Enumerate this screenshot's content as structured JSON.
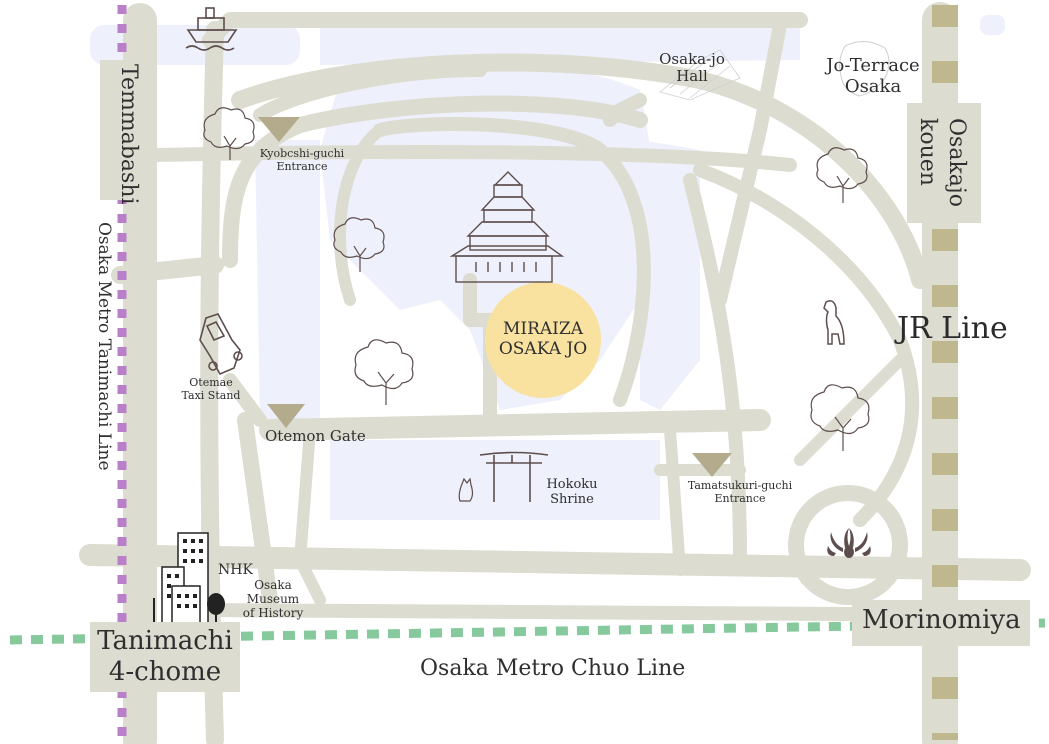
{
  "map": {
    "castle_label": [
      "MIRAIZA",
      "OSAKA JO"
    ],
    "colors": {
      "road": "#dcdcd0",
      "water": "#eef0fb",
      "icon": "#5e4d4d",
      "entrance_marker": "#b3ab8c",
      "highlight": "#f9e2a0",
      "tanimachi_line": "#b97fc9",
      "chuo_line": "#86c99c",
      "jr_line": "#bfb88f"
    },
    "entrances": {
      "kyobashi": [
        "Kyobcshi-guchi",
        "Entrance"
      ],
      "otemon": "Otemon Gate",
      "tamatsukuri": [
        "Tamatsukuri-guchi",
        "Entrance"
      ]
    },
    "places": {
      "osaka_jo_hall": [
        "Osaka-jo",
        "Hall"
      ],
      "jo_terrace": [
        "Jo-Terrace",
        "Osaka"
      ],
      "hokoku_shrine": [
        "Hokoku",
        "Shrine"
      ],
      "taxi_stand": [
        "Otemae",
        "Taxi Stand"
      ],
      "nhk": "NHK",
      "museum": [
        "Osaka",
        "Museum",
        "of History"
      ]
    },
    "stations": {
      "temmabashi": "Temmabashi",
      "tanimachi_4chome": [
        "Tanimachi",
        "4-chome"
      ],
      "morinomiya": "Morinomiya",
      "osakajo_kouen": [
        "Osakajo",
        "kouen"
      ]
    },
    "lines": {
      "tanimachi": "Osaka Metro Tanimachi Line",
      "chuo": "Osaka Metro Chuo Line",
      "jr": "JR Line"
    },
    "icons": [
      "boat-icon",
      "tree-icon",
      "castle-icon",
      "taxi-icon",
      "torii-icon",
      "cat-icon",
      "dog-icon",
      "fountain-icon",
      "building-icon"
    ]
  }
}
